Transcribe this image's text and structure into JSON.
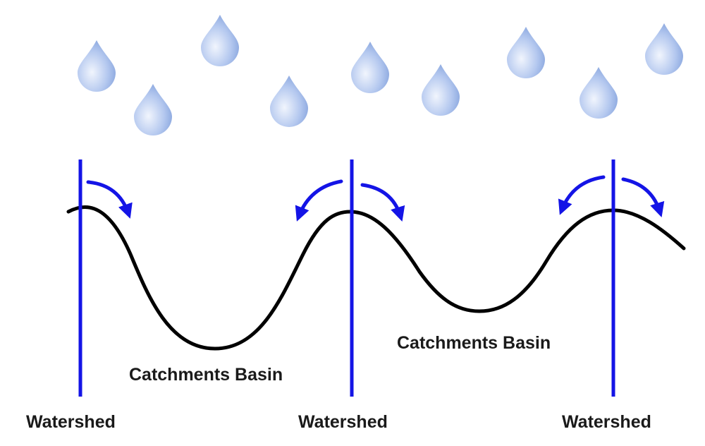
{
  "colors": {
    "watershed_line": "#1414e6",
    "flow_arrow": "#1414e6",
    "terrain_curve": "#000000",
    "drop_fill_light": "#e6edfb",
    "drop_fill_dark": "#7f9fdc",
    "label_text": "#1a1a1a"
  },
  "drop_icon": "raindrop-icon",
  "labels": {
    "catchment_basin_left": "Catchments Basin",
    "catchment_basin_right": "Catchments Basin",
    "watershed_left": "Watershed",
    "watershed_middle": "Watershed",
    "watershed_right": "Watershed"
  }
}
